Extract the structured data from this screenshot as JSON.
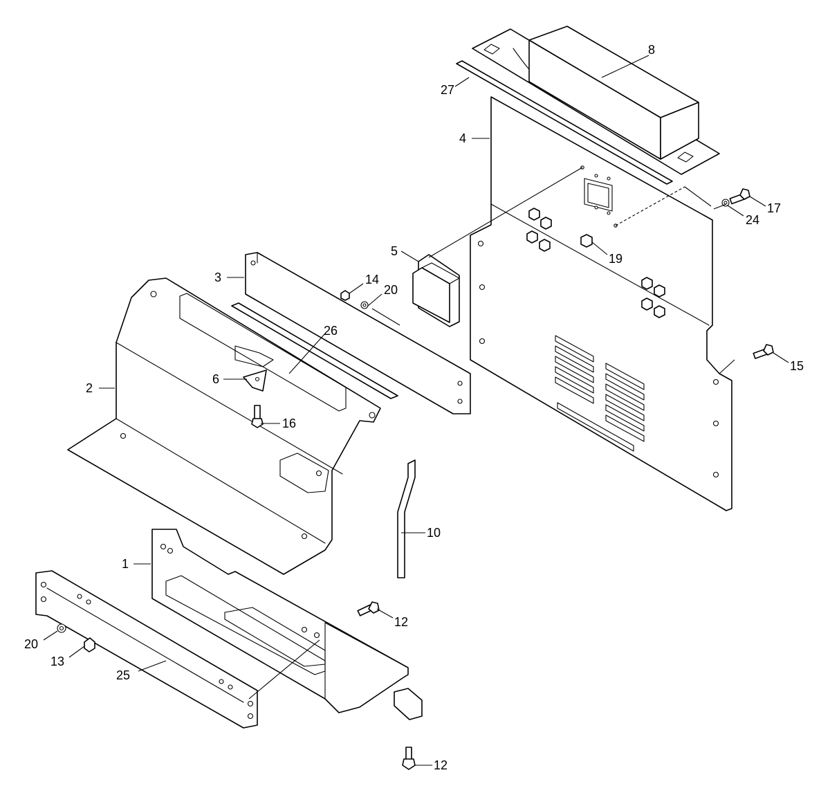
{
  "diagram": {
    "colors": {
      "line": "#000000",
      "background": "#ffffff"
    },
    "callouts": {
      "c1": "1",
      "c2": "2",
      "c3": "3",
      "c4": "4",
      "c5": "5",
      "c6": "6",
      "c8": "8",
      "c10": "10",
      "c12a": "12",
      "c12b": "12",
      "c13": "13",
      "c14": "14",
      "c15": "15",
      "c16": "16",
      "c17": "17",
      "c19": "19",
      "c20a": "20",
      "c20b": "20",
      "c24": "24",
      "c25": "25",
      "c26": "26",
      "c27": "27"
    }
  }
}
